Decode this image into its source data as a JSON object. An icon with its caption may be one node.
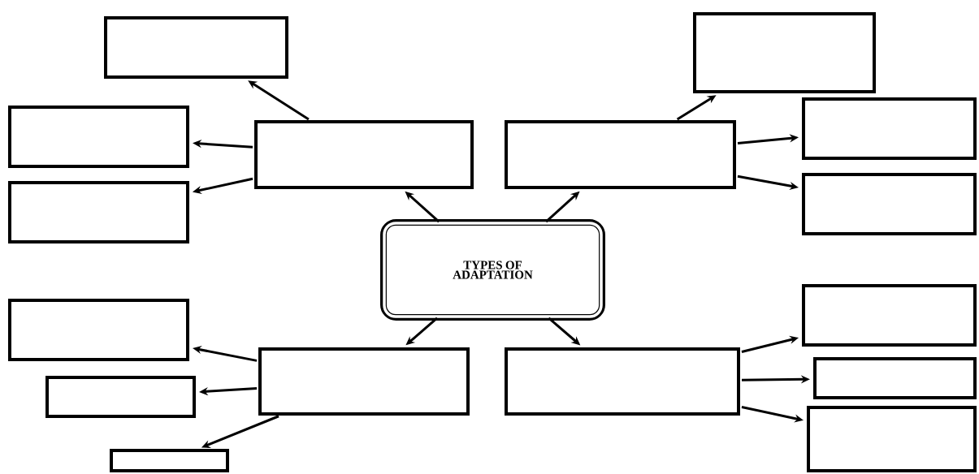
{
  "diagram": {
    "nodes": [
      {
        "text": [],
        "shape": "box"
      },
      {
        "text": [],
        "shape": "box"
      },
      {
        "text": [],
        "shape": "box"
      },
      {
        "text": [],
        "shape": "box"
      },
      {
        "text": [],
        "shape": "box"
      },
      {
        "text": [],
        "shape": "box"
      },
      {
        "text": [],
        "shape": "box"
      },
      {
        "text": [],
        "shape": "box"
      },
      {
        "text": [
          "TYPES OF ADAPTATION"
        ]
      },
      {
        "text": [],
        "shape": "box"
      },
      {
        "text": [],
        "shape": "box"
      },
      {
        "text": [],
        "shape": "box"
      },
      {
        "text": [],
        "shape": "box"
      },
      {
        "text": [],
        "shape": "box"
      },
      {
        "text": [],
        "shape": "box"
      },
      {
        "text": [],
        "shape": "box"
      },
      {
        "text": [],
        "shape": "box"
      }
    ],
    "edges": [
      {
        "from": 8,
        "to": 3,
        "arrow": "to"
      },
      {
        "from": 8,
        "to": 4,
        "arrow": "to"
      },
      {
        "from": 8,
        "to": 11,
        "arrow": "to"
      },
      {
        "from": 8,
        "to": 12,
        "arrow": "to"
      },
      {
        "from": 3,
        "to": 0,
        "arrow": "to"
      },
      {
        "from": 3,
        "to": 2,
        "arrow": "to"
      },
      {
        "from": 3,
        "to": 6,
        "arrow": "to"
      },
      {
        "from": 4,
        "to": 1,
        "arrow": "to"
      },
      {
        "from": 4,
        "to": 5,
        "arrow": "to"
      },
      {
        "from": 4,
        "to": 7,
        "arrow": "to"
      },
      {
        "from": 11,
        "to": 9,
        "arrow": "to"
      },
      {
        "from": 11,
        "to": 13,
        "arrow": "to"
      },
      {
        "from": 11,
        "to": 16,
        "arrow": "to"
      },
      {
        "from": 12,
        "to": 10,
        "arrow": "to"
      },
      {
        "from": 12,
        "to": 14,
        "arrow": "to"
      },
      {
        "from": 12,
        "to": 15,
        "arrow": "to"
      }
    ]
  }
}
